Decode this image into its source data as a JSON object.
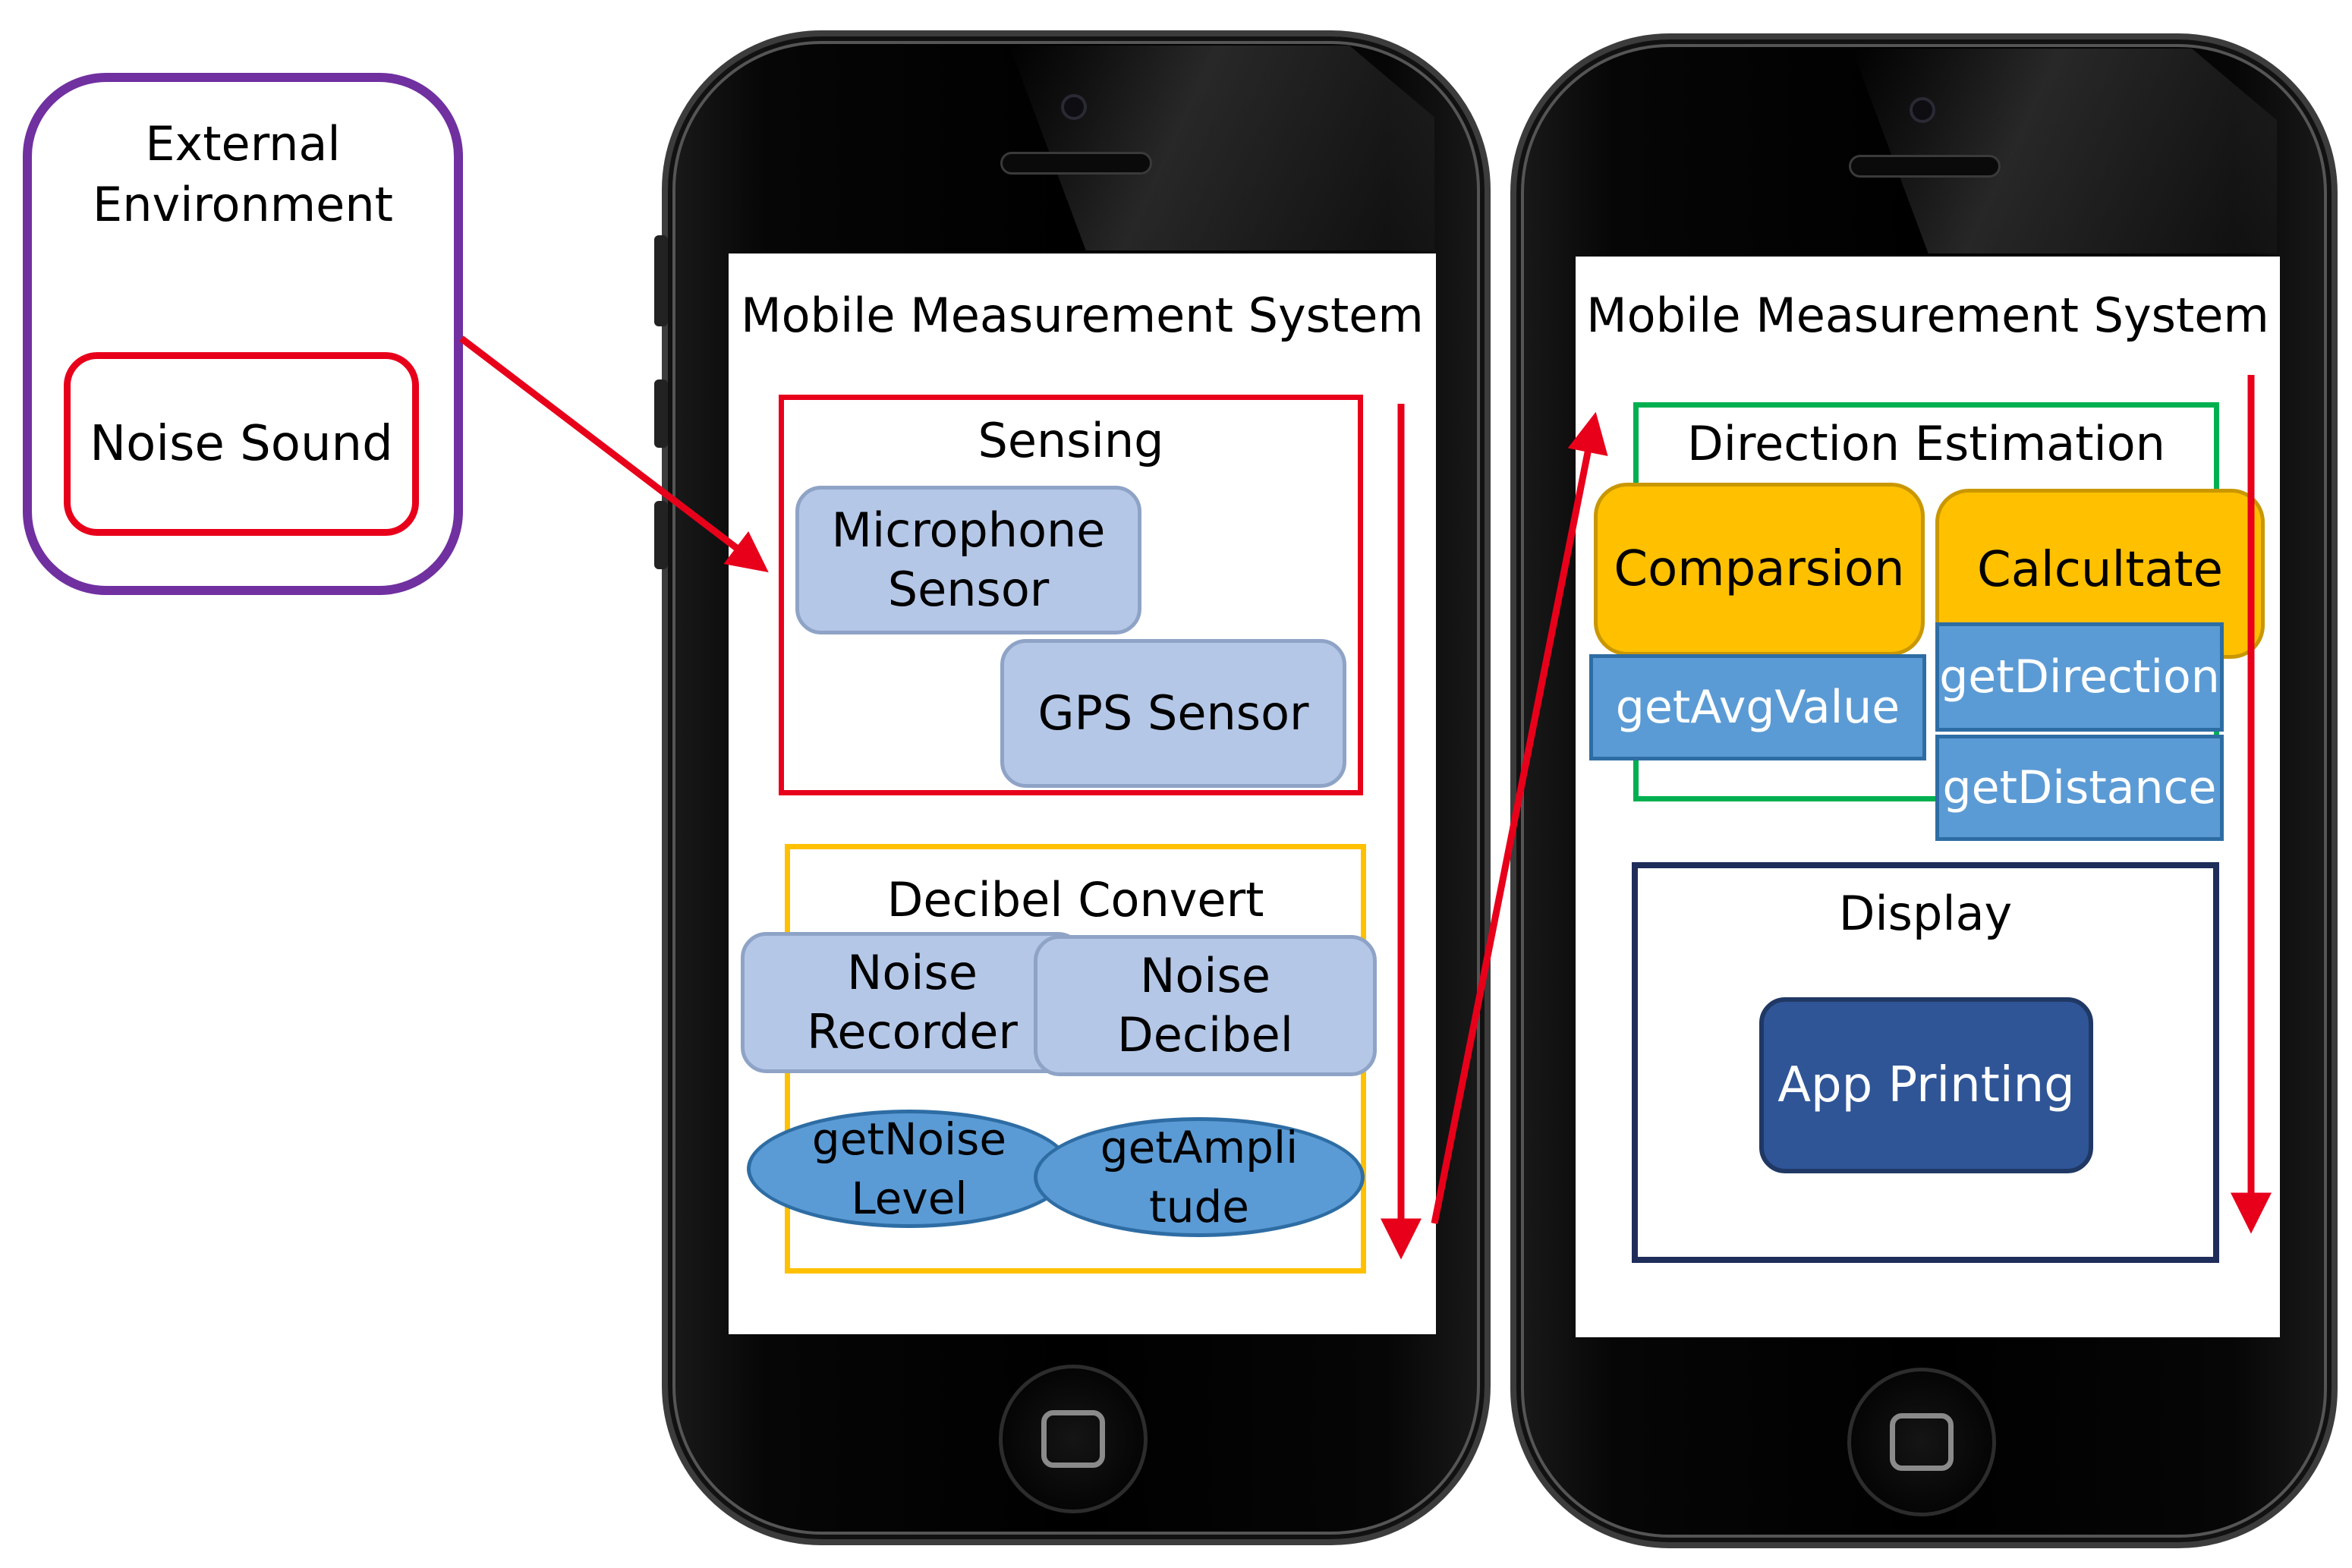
{
  "external": {
    "title_line1": "External",
    "title_line2": "Environment",
    "noise_sound": "Noise Sound"
  },
  "phone_left": {
    "title": "Mobile Measurement System",
    "sensing": {
      "label": "Sensing",
      "microphone_line1": "Microphone",
      "microphone_line2": "Sensor",
      "gps": "GPS Sensor"
    },
    "decibel": {
      "label": "Decibel Convert",
      "recorder_line1": "Noise",
      "recorder_line2": "Recorder",
      "decibel_line1": "Noise",
      "decibel_line2": "Decibel",
      "getnoise_line1": "getNoise",
      "getnoise_line2": "Level",
      "getampli_line1": "getAmpli",
      "getampli_line2": "tude"
    }
  },
  "phone_right": {
    "title": "Mobile Measurement System",
    "direction": {
      "label": "Direction Estimation",
      "comparsion": "Comparsion",
      "calculate": "Calcultate",
      "get_avg": "getAvgValue",
      "get_direction": "getDirection",
      "get_distance": "getDistance"
    },
    "display": {
      "label": "Display",
      "app_printing": "App Printing"
    }
  },
  "colors": {
    "external_border": "#7030a0",
    "noise_border": "#e8001b",
    "sensing_border": "#e8001b",
    "decibel_border": "#ffc000",
    "direction_border": "#00b050",
    "display_border": "#1f2d5a",
    "arrow": "#e8001b",
    "light_blue": "#b4c7e7",
    "blue": "#5b9bd5",
    "yellow": "#ffc000",
    "navy": "#2f5597"
  }
}
